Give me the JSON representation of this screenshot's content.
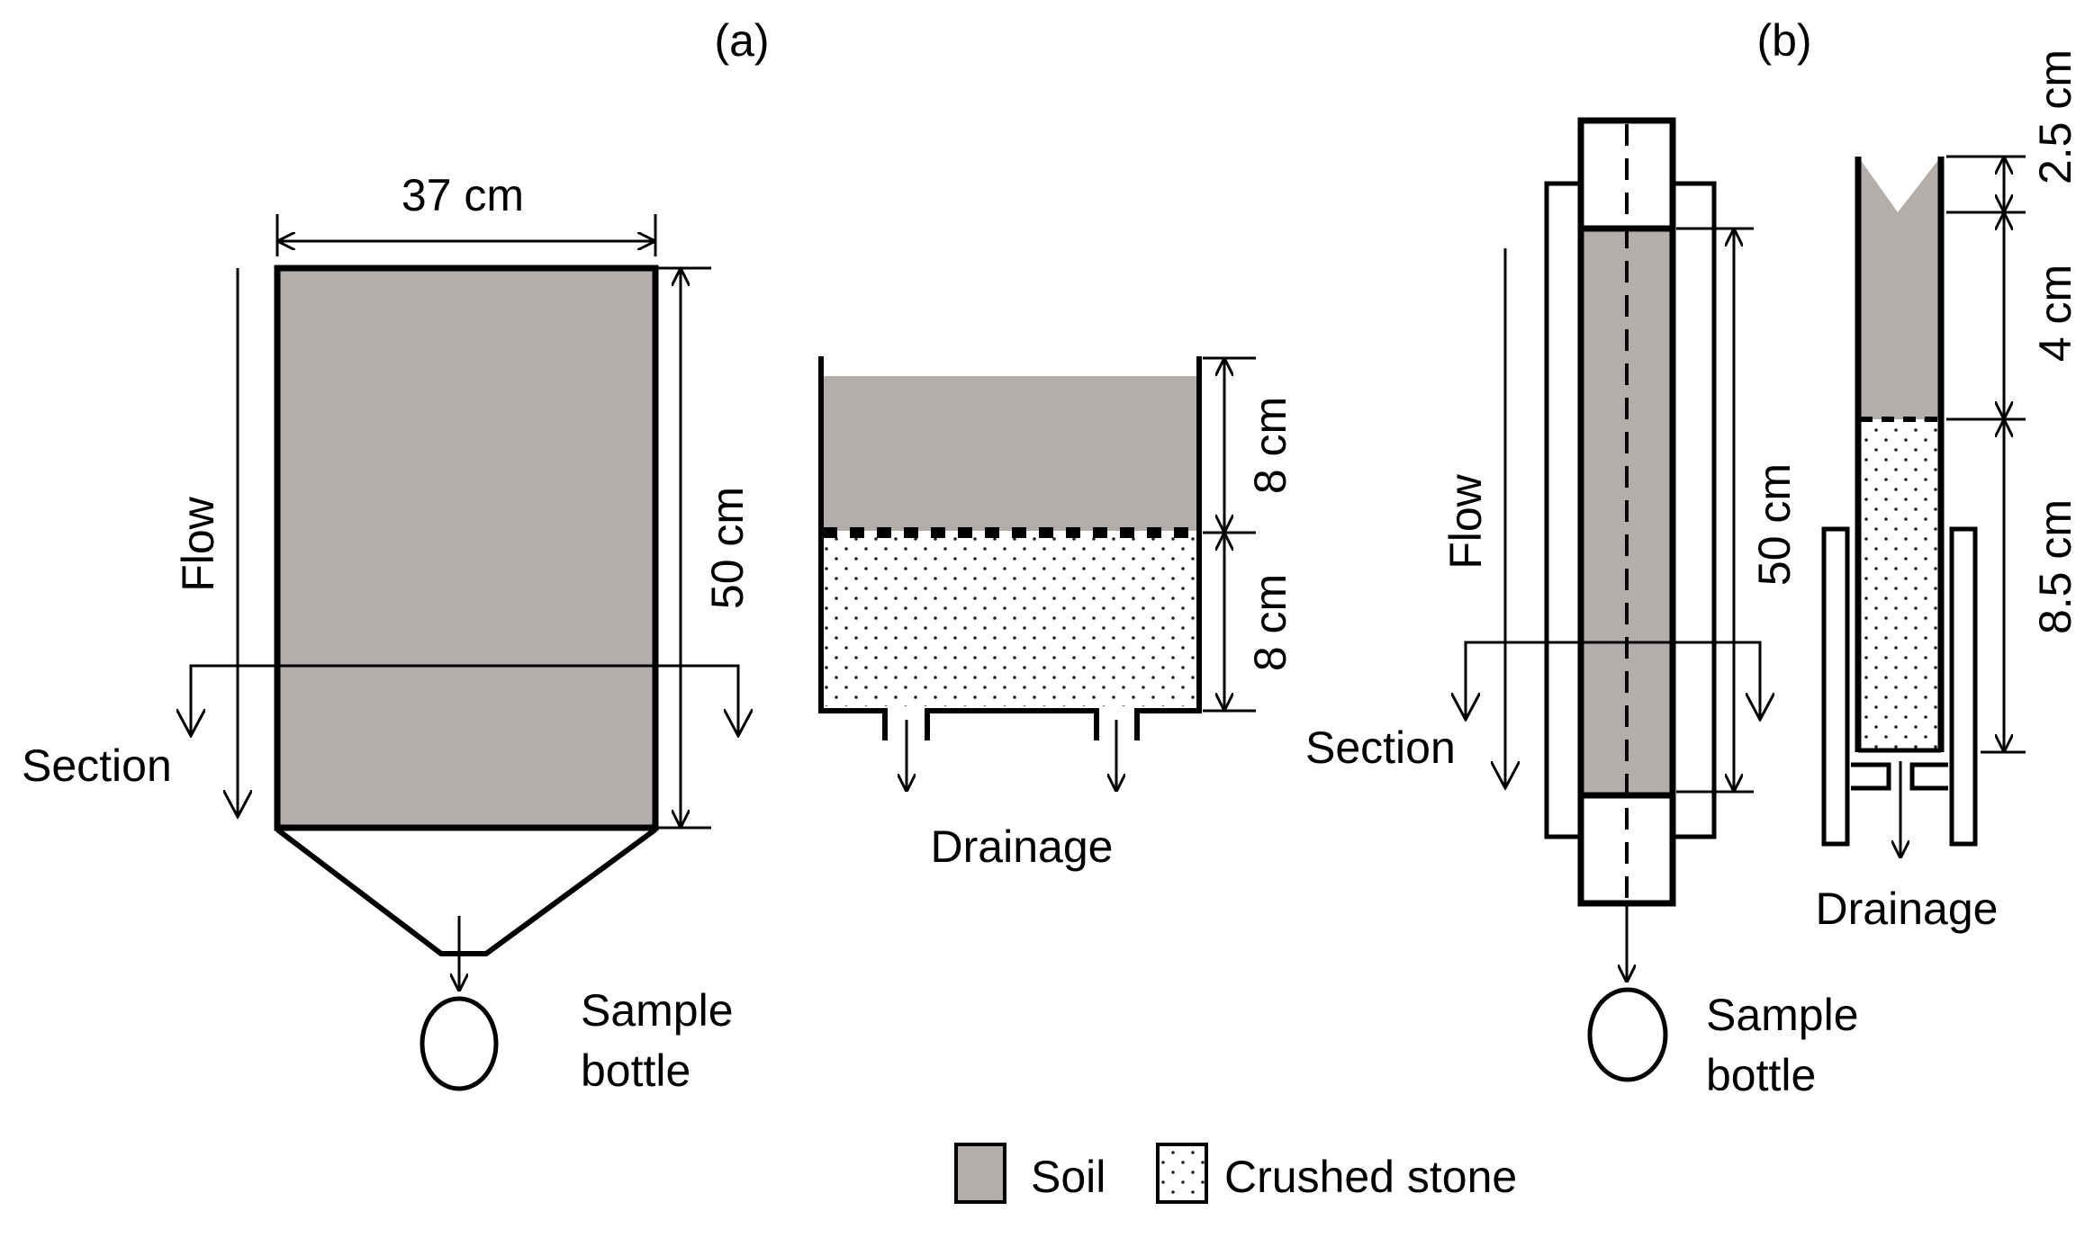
{
  "panel_a": {
    "label": "(a)",
    "width_dim": "37 cm",
    "height_dim": "50 cm",
    "flow": "Flow",
    "section": "Section",
    "sample_line1": "Sample",
    "sample_line2": "bottle",
    "section_view": {
      "top_dim": "8 cm",
      "bottom_dim": "8 cm",
      "drainage": "Drainage"
    }
  },
  "panel_b": {
    "label": "(b)",
    "height_dim": "50 cm",
    "flow": "Flow",
    "section": "Section",
    "sample_line1": "Sample",
    "sample_line2": "bottle",
    "section_view": {
      "top_dim": "2.5 cm",
      "middle_dim": "4 cm",
      "bottom_dim": "8.5 cm",
      "drainage": "Drainage"
    }
  },
  "legend": {
    "soil": "Soil",
    "stone": "Crushed stone"
  },
  "colors": {
    "soil": "#b3aeab",
    "line": "#000000",
    "stone_dot": "#222222"
  }
}
